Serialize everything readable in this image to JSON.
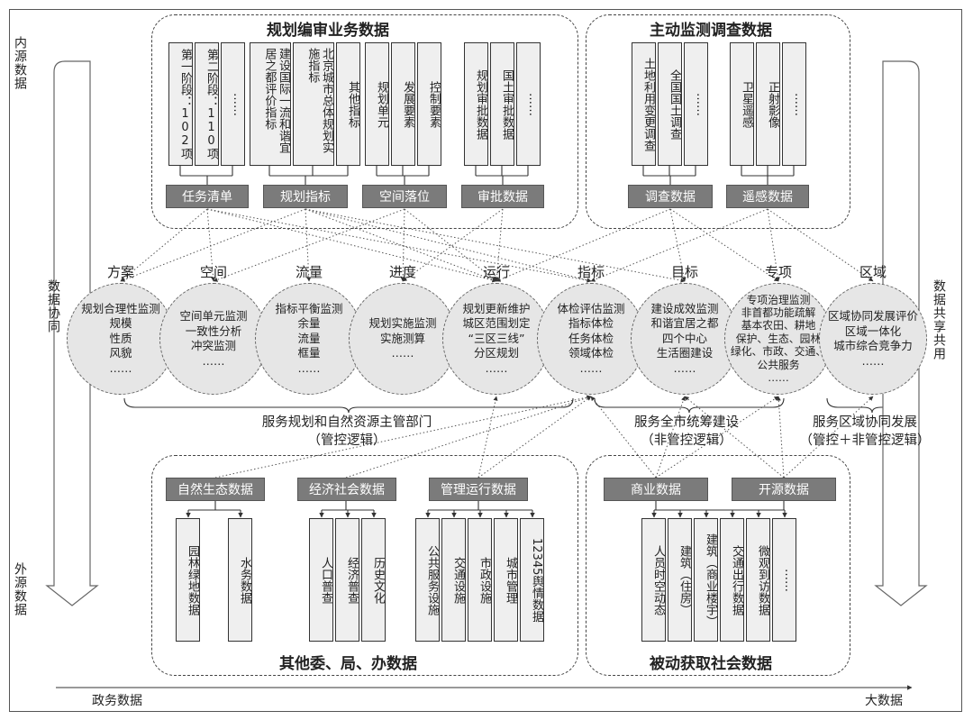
{
  "internal_group": {
    "title": "规划编审业务数据",
    "columns": [
      {
        "text": "第一阶段：102项"
      },
      {
        "text": "第二阶段：110项"
      },
      {
        "text": "……"
      },
      {
        "text": "建设国际一流和谐宜居之都评价指标"
      },
      {
        "text": "北京城市总体规划实施指标"
      },
      {
        "text": "其他指标"
      },
      {
        "text": "规划单元"
      },
      {
        "text": "发展要素"
      },
      {
        "text": "控制要素"
      },
      {
        "text": "规划审批数据"
      },
      {
        "text": "国土审批数据"
      },
      {
        "text": "……"
      }
    ],
    "categories": [
      "任务清单",
      "规划指标",
      "空间落位",
      "审批数据"
    ]
  },
  "survey_group": {
    "title": "主动监测调查数据",
    "columns": [
      {
        "text": "土地利用变更调查"
      },
      {
        "text": "全国国土调查"
      },
      {
        "text": "……"
      },
      {
        "text": "卫星遥感"
      },
      {
        "text": "正射影像"
      },
      {
        "text": "……"
      }
    ],
    "categories": [
      "调查数据",
      "遥感数据"
    ]
  },
  "dimensions": [
    "方案",
    "空间",
    "流量",
    "进度",
    "运行",
    "指标",
    "目标",
    "专项",
    "区域"
  ],
  "monitors": [
    {
      "lines": [
        "规划合理性监测",
        "规模",
        "性质",
        "风貌",
        "……"
      ]
    },
    {
      "lines": [
        "空间单元监测",
        "一致性分析",
        "冲突监测",
        "……"
      ]
    },
    {
      "lines": [
        "指标平衡监测",
        "余量",
        "流量",
        "框量",
        "……"
      ]
    },
    {
      "lines": [
        "规划实施监测",
        "实施测算",
        "……"
      ]
    },
    {
      "lines": [
        "规划更新维护",
        "城区范围划定",
        "“三区三线”",
        "分区规划",
        "……"
      ]
    },
    {
      "lines": [
        "体检评估监测",
        "指标体检",
        "任务体检",
        "领域体检",
        "……"
      ]
    },
    {
      "lines": [
        "建设成效监测",
        "和谐宜居之都",
        "四个中心",
        "生活圈建设",
        "……"
      ]
    },
    {
      "lines": [
        "专项治理监测",
        "非首都功能疏解",
        "基本农田、耕地",
        "保护、生态、园林",
        "绿化、市政、交通、",
        "公共服务",
        "……"
      ]
    },
    {
      "lines": [
        "区域协同发展评价",
        "区域一体化",
        "城市综合竞争力",
        "……"
      ]
    }
  ],
  "serve": {
    "a": [
      "服务规划和自然资源主管部门",
      "（管控逻辑）"
    ],
    "b": [
      "服务全市统筹建设",
      "（非管控逻辑）"
    ],
    "c": [
      "服务区域协同发展",
      "（管控＋非管控逻辑）"
    ]
  },
  "gov_group": {
    "title": "其他委、局、办数据",
    "categories": [
      "自然生态数据",
      "经济社会数据",
      "管理运行数据"
    ],
    "columns": [
      {
        "text": "园林绿地数据"
      },
      {
        "text": "水务数据"
      },
      {
        "text": "人口普查"
      },
      {
        "text": "经济普查"
      },
      {
        "text": "历史文化"
      },
      {
        "text": "公共服务设施"
      },
      {
        "text": "交通设施"
      },
      {
        "text": "市政设施"
      },
      {
        "text": "城市管理"
      },
      {
        "text": "12345舆情数据"
      }
    ]
  },
  "social_group": {
    "title": "被动获取社会数据",
    "categories": [
      "商业数据",
      "开源数据"
    ],
    "columns": [
      {
        "text": "人员时空动态"
      },
      {
        "text": "建筑（住房）"
      },
      {
        "text": "建筑（商业楼宇）"
      },
      {
        "text": "交通出行数据"
      },
      {
        "text": "微观到访数据"
      },
      {
        "text": "……"
      }
    ]
  },
  "side": {
    "top_left": "内源数据",
    "bottom_left": "外源数据",
    "left_mid": "数据协同",
    "right_mid": "数据共享共用"
  },
  "axis": {
    "left": "政务数据",
    "right": "大数据"
  }
}
